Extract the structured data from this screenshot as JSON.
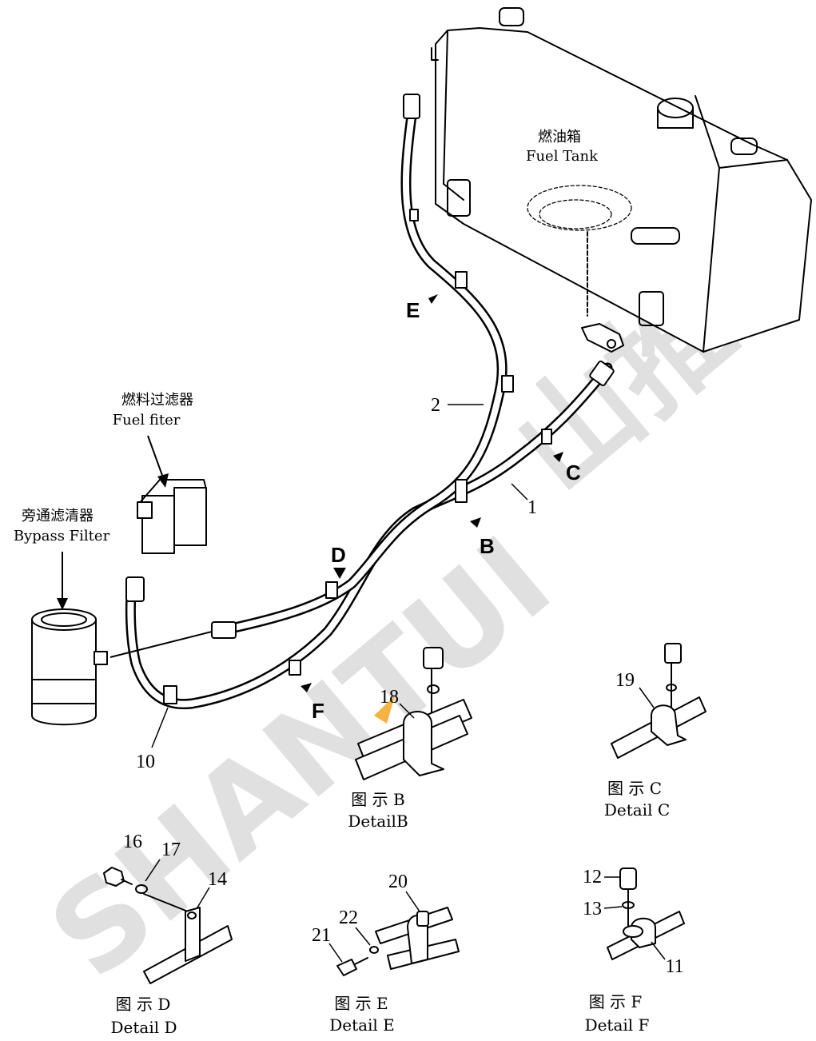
{
  "watermark": {
    "text": "SHANTUI",
    "text2": "山推",
    "accent_color": "#f5a623",
    "color": "#d3d3d3"
  },
  "labels": {
    "fuel_tank_cn": "燃油箱",
    "fuel_tank_en": "Fuel Tank",
    "fuel_filter_cn": "燃料过滤器",
    "fuel_filter_en": "Fuel fiter",
    "bypass_filter_cn": "旁通滤清器",
    "bypass_filter_en": "Bypass Filter"
  },
  "view_markers": [
    "E",
    "C",
    "B",
    "D",
    "F"
  ],
  "part_numbers": {
    "p1": "1",
    "p2": "2",
    "p10": "10",
    "p11": "11",
    "p12": "12",
    "p13": "13",
    "p14": "14",
    "p16": "16",
    "p17": "17",
    "p18": "18",
    "p19": "19",
    "p20": "20",
    "p21": "21",
    "p22": "22"
  },
  "details": {
    "B": {
      "cn": "图 示 B",
      "en": "DetailB"
    },
    "C": {
      "cn": "图 示 C",
      "en": "Detail C"
    },
    "D": {
      "cn": "图 示 D",
      "en": "Detail D"
    },
    "E": {
      "cn": "图 示 E",
      "en": "Detail E"
    },
    "F": {
      "cn": "图 示 F",
      "en": "Detail F"
    }
  }
}
